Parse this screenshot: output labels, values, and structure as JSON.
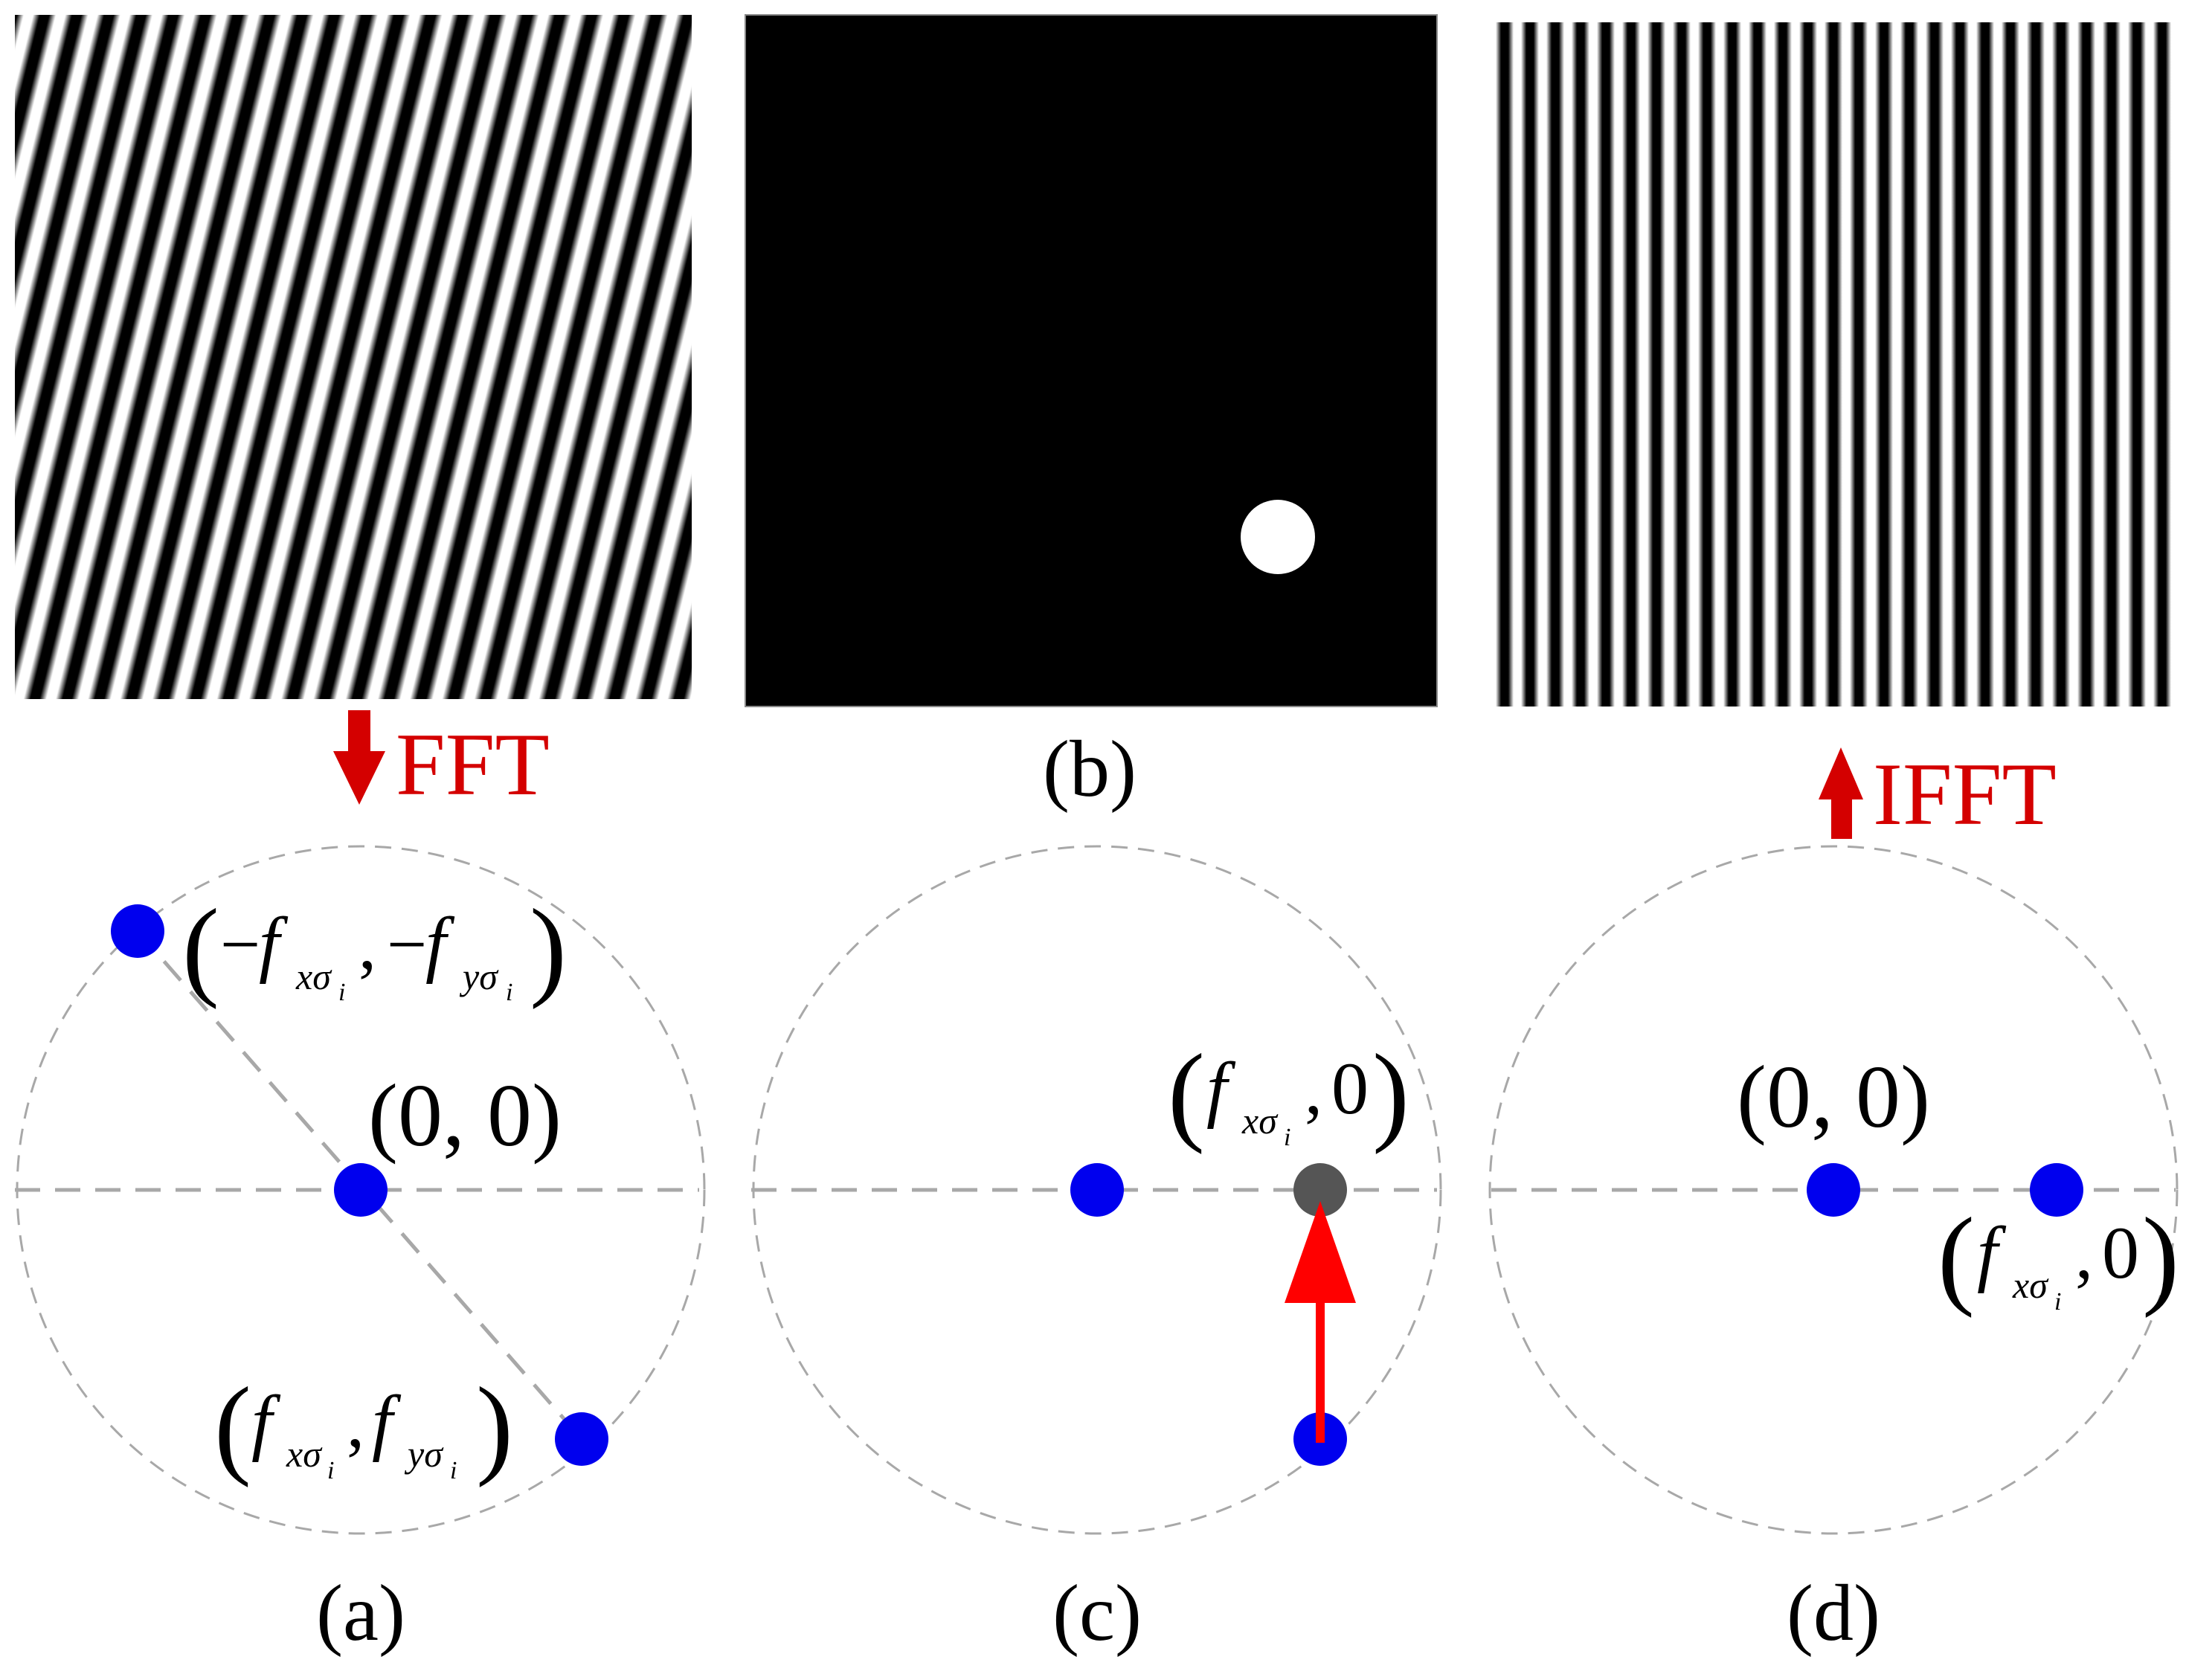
{
  "captions": {
    "a": "(a)",
    "b": "(b)",
    "c": "(c)",
    "d": "(d)"
  },
  "arrows": {
    "fft": "FFT",
    "ifft": "IFFT"
  },
  "points": {
    "a_neg": {
      "minus": "−",
      "f": "f",
      "sub_x": "xσ",
      "sub_y": "yσ",
      "sub_i": "i"
    },
    "a_origin": "(0, 0)",
    "a_pos": {
      "f": "f",
      "sub_x": "xσ",
      "sub_y": "yσ",
      "sub_i": "i"
    },
    "c_target": {
      "f": "f",
      "sub_x": "xσ",
      "sub_i": "i",
      "zero": "0"
    },
    "d_origin": "(0, 0)",
    "d_shift": {
      "f": "f",
      "sub_x": "xσ",
      "sub_i": "i",
      "zero": "0"
    }
  },
  "colors": {
    "point": "#0000ee",
    "shifted_point": "#555555",
    "arrow": "#ff0000",
    "label_red": "#d40000",
    "dashed": "#a8a8a8",
    "dot_white": "#ffffff"
  }
}
